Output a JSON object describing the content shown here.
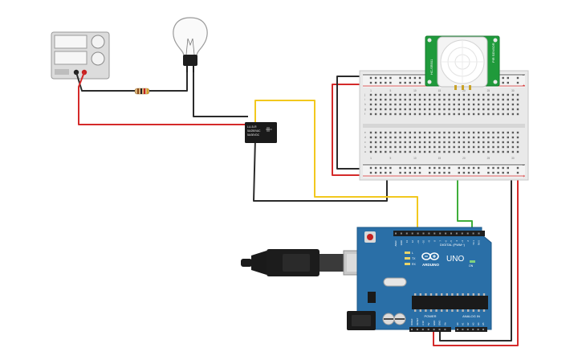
{
  "relay": {
    "line1": "LU-5-R",
    "line2": "5A/250VAC",
    "line3": "5A/30VDC"
  },
  "pir_sensor": {
    "label_left": "HC-SR501",
    "label_right": "PIR SENSOR"
  },
  "arduino": {
    "logo_text": "ARDUINO",
    "model": "UNO",
    "digital_label": "DIGITAL (PWM~)",
    "power_label": "POWER",
    "analog_label": "ANALOG IN",
    "tx_label": "TX",
    "rx_label": "RX",
    "l_label": "L",
    "on_label": "ON",
    "top_header_labels": [
      "AREF",
      "GND",
      "13",
      "12",
      "~11",
      "~10",
      "~9",
      "8",
      "7",
      "~6",
      "~5",
      "4",
      "~3",
      "2",
      "TX 1",
      "RX 0"
    ],
    "bottom_header_labels": [
      "IOREF",
      "RESET",
      "3.3V",
      "5V",
      "GND",
      "GND",
      "Vin",
      "A0",
      "A1",
      "A2",
      "A3",
      "A4",
      "A5"
    ]
  },
  "breadboard": {
    "col_numbers": [
      "1",
      "5",
      "10",
      "15",
      "20",
      "25",
      "30"
    ],
    "row_letters_top": [
      "j",
      "i",
      "h",
      "g",
      "f"
    ],
    "row_letters_bottom": [
      "e",
      "d",
      "c",
      "b",
      "a"
    ],
    "rail_plus": "+",
    "rail_minus": "-"
  },
  "colors": {
    "wire_red": "#d42a2a",
    "wire_black": "#2b2b2b",
    "wire_yellow": "#f2c81e",
    "wire_green": "#3fae3a",
    "arduino_board": "#2a6fa7",
    "pir_board": "#1f9a3b",
    "relay_body": "#1a1a1a",
    "breadboard": "#ececec"
  }
}
